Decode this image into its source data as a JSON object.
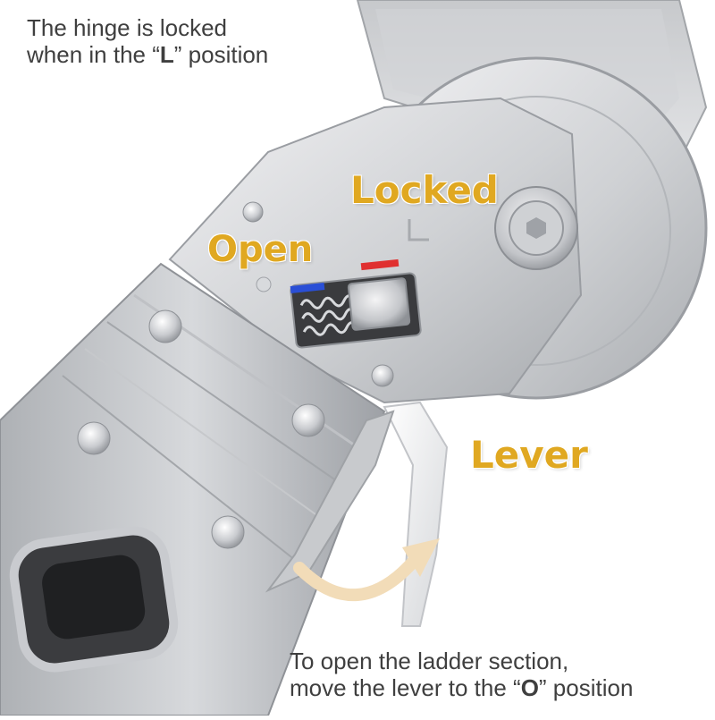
{
  "captions": {
    "top": {
      "line1": "The hinge is locked",
      "line2_pre": "when in the “",
      "line2_key": "L",
      "line2_post": "” position"
    },
    "bottom": {
      "line1": "To open the ladder section,",
      "line2_pre": "move the lever to the “",
      "line2_key": "O",
      "line2_post": "” position"
    }
  },
  "labels": {
    "locked": "Locked",
    "open": "Open",
    "lever": "Lever"
  },
  "colors": {
    "label_gold": "#e0a821",
    "caption_text": "#3f3f3f",
    "metal_light": "#e4e4e6",
    "metal_mid": "#b9bbbf",
    "metal_dark": "#7d8085",
    "open_marker": "#2a4fd6",
    "locked_marker": "#e03030",
    "arrow": "#f2dcb8"
  },
  "icons": {
    "motion_arrow": "curved-arrow-icon"
  }
}
